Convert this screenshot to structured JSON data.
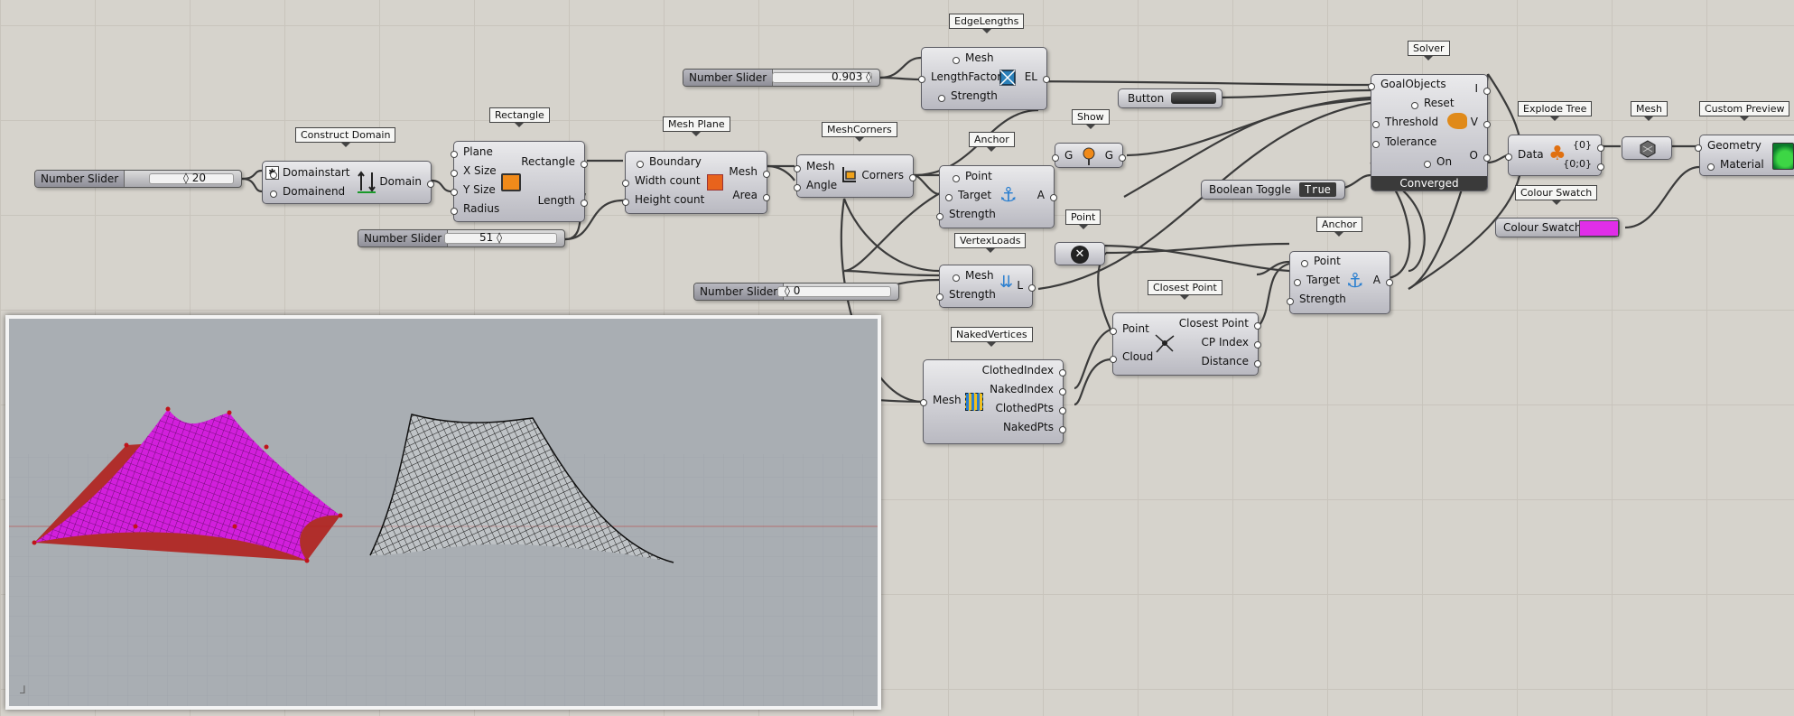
{
  "components": {
    "number_slider_1": {
      "label": "Number Slider",
      "value": "◊ 20"
    },
    "construct_domain": {
      "title": "Construct Domain",
      "inputs": [
        "Domainstart",
        "Domainend"
      ],
      "outputs": [
        "Domain"
      ]
    },
    "rectangle": {
      "title": "Rectangle",
      "inputs": [
        "Plane",
        "X Size",
        "Y Size",
        "Radius"
      ],
      "outputs": [
        "Rectangle",
        "Length"
      ]
    },
    "number_slider_2": {
      "label": "Number Slider",
      "value": "51 ◊"
    },
    "mesh_plane": {
      "title": "Mesh Plane",
      "inputs": [
        "Boundary",
        "Width count",
        "Height count"
      ],
      "outputs": [
        "Mesh",
        "Area"
      ]
    },
    "number_slider_3": {
      "label": "Number Slider",
      "value": "0.903 ◊"
    },
    "edge_lengths": {
      "title": "EdgeLengths",
      "inputs": [
        "Mesh",
        "LengthFactor",
        "Strength"
      ],
      "outputs": [
        "EL"
      ]
    },
    "mesh_corners": {
      "title": "MeshCorners",
      "inputs": [
        "Mesh",
        "Angle"
      ],
      "outputs": [
        "Corners"
      ]
    },
    "anchor_1": {
      "title": "Anchor",
      "inputs": [
        "Point",
        "Target",
        "Strength"
      ],
      "outputs": [
        "A"
      ]
    },
    "show": {
      "title": "Show",
      "inputs": [
        "G"
      ],
      "outputs": [
        "G"
      ]
    },
    "button": {
      "label": "Button"
    },
    "solver": {
      "title": "Solver",
      "inputs": [
        "GoalObjects",
        "Reset",
        "Threshold",
        "Tolerance",
        "On"
      ],
      "outputs": [
        "I",
        "V",
        "O"
      ],
      "status": "Converged"
    },
    "boolean_toggle": {
      "label": "Boolean Toggle",
      "value": "True"
    },
    "explode_tree": {
      "title": "Explode Tree",
      "inputs": [
        "Data"
      ],
      "outputs": [
        "{0}",
        "{0;0}"
      ]
    },
    "mesh": {
      "title": "Mesh"
    },
    "custom_preview": {
      "title": "Custom Preview",
      "inputs": [
        "Geometry",
        "Material"
      ]
    },
    "colour_swatch": {
      "title": "Colour Swatch",
      "label": "Colour Swatch",
      "color": "#e02ee8"
    },
    "point": {
      "title": "Point"
    },
    "vertex_loads": {
      "title": "VertexLoads",
      "inputs": [
        "Mesh",
        "Strength"
      ],
      "outputs": [
        "L"
      ]
    },
    "number_slider_4": {
      "label": "Number Slider",
      "value": "◊ 0"
    },
    "anchor_2": {
      "title": "Anchor",
      "inputs": [
        "Point",
        "Target",
        "Strength"
      ],
      "outputs": [
        "A"
      ]
    },
    "closest_point": {
      "title": "Closest Point",
      "inputs": [
        "Point",
        "Cloud"
      ],
      "outputs": [
        "Closest Point",
        "CP Index",
        "Distance"
      ]
    },
    "naked_vertices": {
      "title": "NakedVertices",
      "inputs": [
        "Mesh"
      ],
      "outputs": [
        "ClothedIndex",
        "NakedIndex",
        "ClothedPts",
        "NakedPts"
      ]
    }
  },
  "colors": {
    "canvas": "#d6d3cc",
    "component_fill": "#c4c4ca",
    "wire": "#3a3a3a",
    "membrane": "#d21fdc",
    "base": "#b0201c"
  }
}
